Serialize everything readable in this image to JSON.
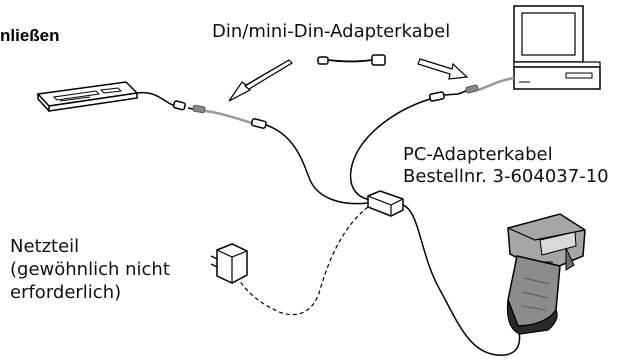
{
  "heading_fragment": "nließen",
  "labels": {
    "din_adapter_cable": "Din/mini-Din-Adapterkabel",
    "pc_adapter_cable": "PC-Adapterkabel",
    "order_number": "Bestellnr. 3-604037-10",
    "power_supply": "Netzteil",
    "power_supply_note_1": "(gewöhnlich nicht",
    "power_supply_note_2": "erforderlich)"
  },
  "colors": {
    "line": "#000000",
    "dashed_cable": "#777777",
    "scanner_body": "#9a9a9a",
    "scanner_grip": "#2a2a2a"
  }
}
